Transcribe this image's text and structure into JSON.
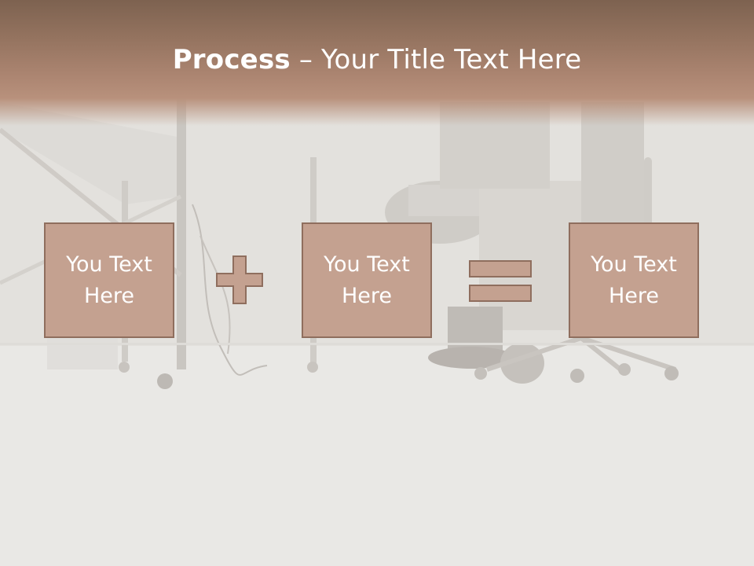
{
  "slide": {
    "title_bold": "Process",
    "title_rest": " – Your Title Text Here",
    "boxes": [
      {
        "label": "You Text Here"
      },
      {
        "label": "You Text Here"
      },
      {
        "label": "You Text Here"
      }
    ],
    "operators": [
      "plus-icon",
      "equals-icon"
    ]
  },
  "colors": {
    "title_band": "#ad8672",
    "box_fill": "#c4a190",
    "box_border": "#8f6e5e",
    "text": "#ffffff",
    "background": "#ecebe8"
  }
}
